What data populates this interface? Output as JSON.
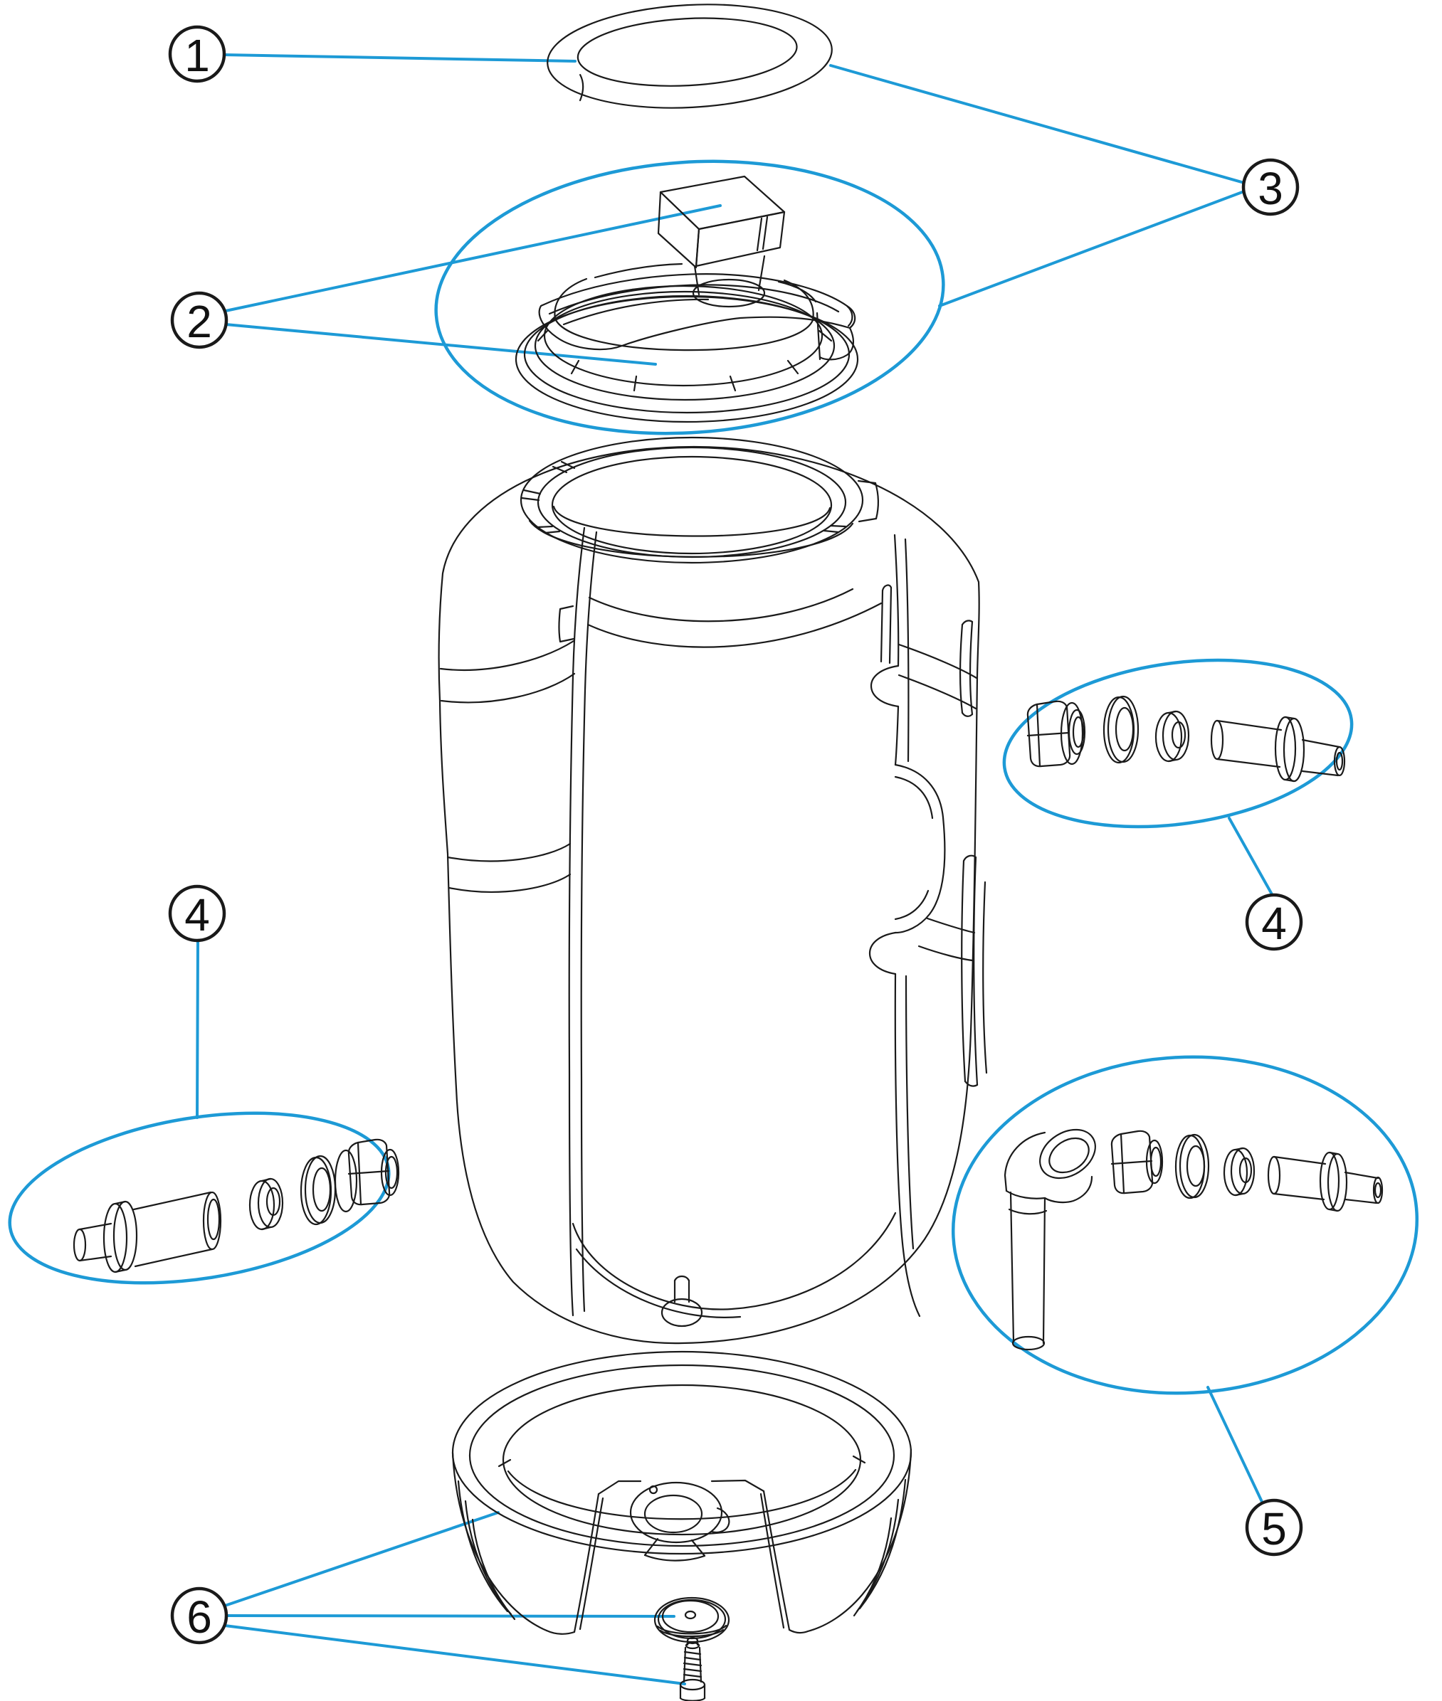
{
  "meta": {
    "title": "Exploded parts diagram - filter tank assembly",
    "diagram_type": "exploded-view"
  },
  "style": {
    "background": "#ffffff",
    "line_color": "#1a1a1a",
    "leader_color": "#1d9ad6"
  },
  "callouts": [
    {
      "number": "1",
      "part": "o-ring-seal"
    },
    {
      "number": "2",
      "part": "lid-with-handle"
    },
    {
      "number": "3",
      "part": "lid-and-seal-assembly"
    },
    {
      "number": "4",
      "part": "bulkhead-fitting-hardware-right"
    },
    {
      "number": "4",
      "part": "bulkhead-fitting-hardware-left"
    },
    {
      "number": "5",
      "part": "elbow-fitting-hardware"
    },
    {
      "number": "6",
      "part": "base-drain-cap-and-screw"
    }
  ],
  "parts": [
    "o-ring-seal",
    "threaded-lid-with-t-handle",
    "tank-body-cutaway",
    "hex-flange-nut",
    "flat-washer",
    "spacer-washer",
    "bulkhead-fitting",
    "elbow-fitting",
    "base-stand",
    "drain-cap",
    "drain-screw"
  ]
}
